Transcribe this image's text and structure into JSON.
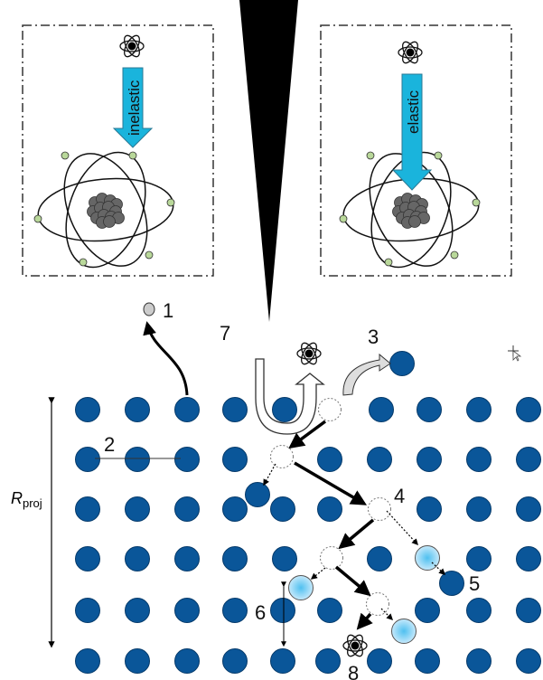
{
  "panels": {
    "left": {
      "label": "inelastic"
    },
    "right": {
      "label": "elastic"
    }
  },
  "labels": {
    "n1": "1",
    "n2": "2",
    "n3": "3",
    "n4": "4",
    "n5": "5",
    "n6": "6",
    "n7": "7",
    "n8": "8",
    "rproj_main": "R",
    "rproj_sub": "proj"
  },
  "colors": {
    "lattice_atom": "#0a5699",
    "interstitial_light": "#aee0fb",
    "arrow_cyan": "#1ab4dc",
    "electron": "#b9d89a",
    "nucleus": "#666666",
    "tip": "#000000"
  }
}
